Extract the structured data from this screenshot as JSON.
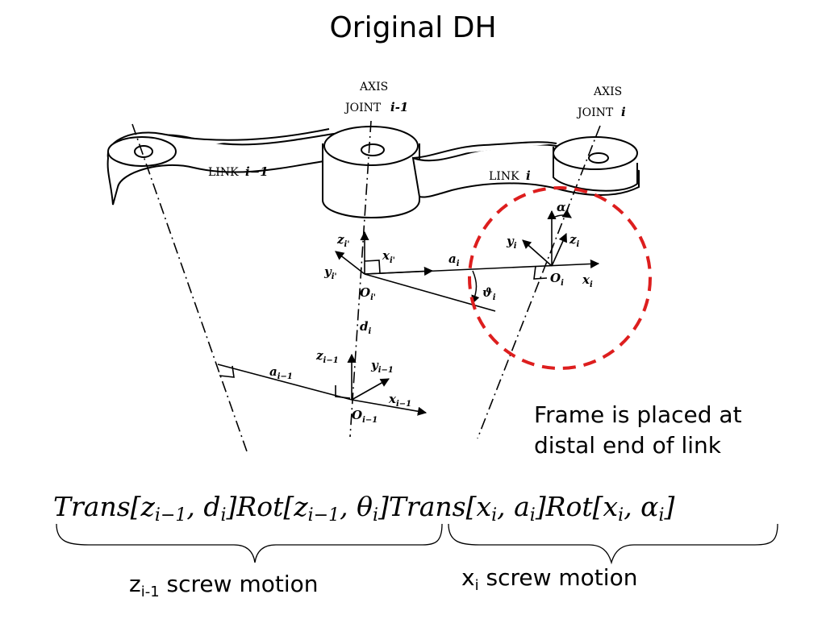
{
  "title": "Original DH",
  "note": {
    "line1": "Frame is placed at",
    "line2": "distal end of link"
  },
  "diagram": {
    "axis_label": "AXIS",
    "joint_prev_label": "JOINT",
    "joint_prev_index": "i-1",
    "joint_curr_label": "JOINT",
    "joint_curr_index": "i",
    "link_prev": "LINK",
    "link_prev_index": "i−1",
    "link_curr": "LINK",
    "link_curr_index": "i"
  },
  "formula": {
    "part1": "Trans[z",
    "part1_sub": "i−1",
    "part2": ", d",
    "part2_sub": "i",
    "part3": "]Rot[z",
    "part3_sub": "i−1",
    "part4": ", θ",
    "part4_sub": "i",
    "part5": "]Trans[x",
    "part5_sub": "i",
    "part6": ", a",
    "part6_sub": "i",
    "part7": "]Rot[x",
    "part7_sub": "i",
    "part8": ", α",
    "part8_sub": "i",
    "part9": "]"
  },
  "brace_left": {
    "prefix": "z",
    "sub": "i-1",
    "suffix": " screw motion"
  },
  "brace_right": {
    "prefix": "x",
    "sub": "i",
    "suffix": " screw motion"
  },
  "colors": {
    "highlight_circle": "#dd1e1e",
    "ink": "#000000"
  }
}
